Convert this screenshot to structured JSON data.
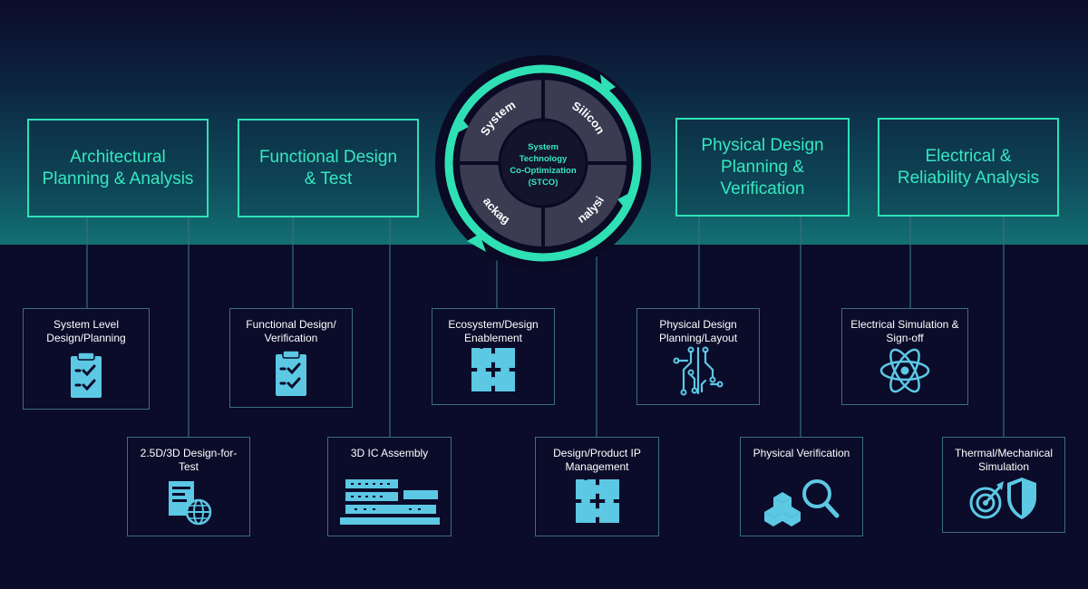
{
  "colors": {
    "accent": "#2fe0b4",
    "accent_text": "#36e8c0",
    "icon": "#5cc8e4",
    "background": "#0b0b2a",
    "connector": "#3a6e80"
  },
  "stco": {
    "center_lines": [
      "System",
      "Technology",
      "Co-Optimization",
      "(STCO)"
    ],
    "segments": [
      "System",
      "Silicon",
      "Analysis",
      "Package"
    ]
  },
  "categories": [
    {
      "label": "Architectural Planning & Analysis"
    },
    {
      "label": "Functional Design & Test"
    },
    {
      "label": "Physical Design Planning & Verification"
    },
    {
      "label": "Electrical & Reliability Analysis"
    }
  ],
  "tools": [
    {
      "label": "System Level Design/Planning",
      "icon": "checklist-icon"
    },
    {
      "label": "2.5D/3D Design-for-Test",
      "icon": "document-globe-icon"
    },
    {
      "label": "Functional Design/ Verification",
      "icon": "checklist-icon"
    },
    {
      "label": "3D IC Assembly",
      "icon": "stacked-layers-icon"
    },
    {
      "label": "Ecosystem/Design Enablement",
      "icon": "puzzle-icon"
    },
    {
      "label": "Design/Product IP Management",
      "icon": "puzzle-icon"
    },
    {
      "label": "Physical Design Planning/Layout",
      "icon": "circuit-icon"
    },
    {
      "label": "Physical Verification",
      "icon": "magnifier-boxes-icon"
    },
    {
      "label": "Electrical Simulation & Sign-off",
      "icon": "atom-icon"
    },
    {
      "label": "Thermal/Mechanical Simulation",
      "icon": "target-shield-icon"
    }
  ]
}
